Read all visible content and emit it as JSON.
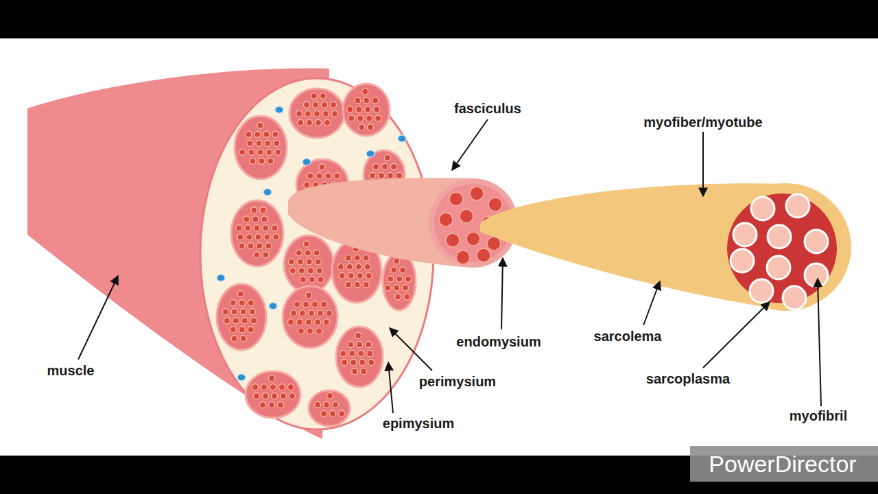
{
  "diagram": {
    "labels": [
      "fasciculus",
      "myofiber/myotube",
      "muscle",
      "endomysium",
      "perimysium",
      "epimysium",
      "sarcolema",
      "sarcoplasma",
      "myofibril",
      "PowerDirector"
    ]
  }
}
